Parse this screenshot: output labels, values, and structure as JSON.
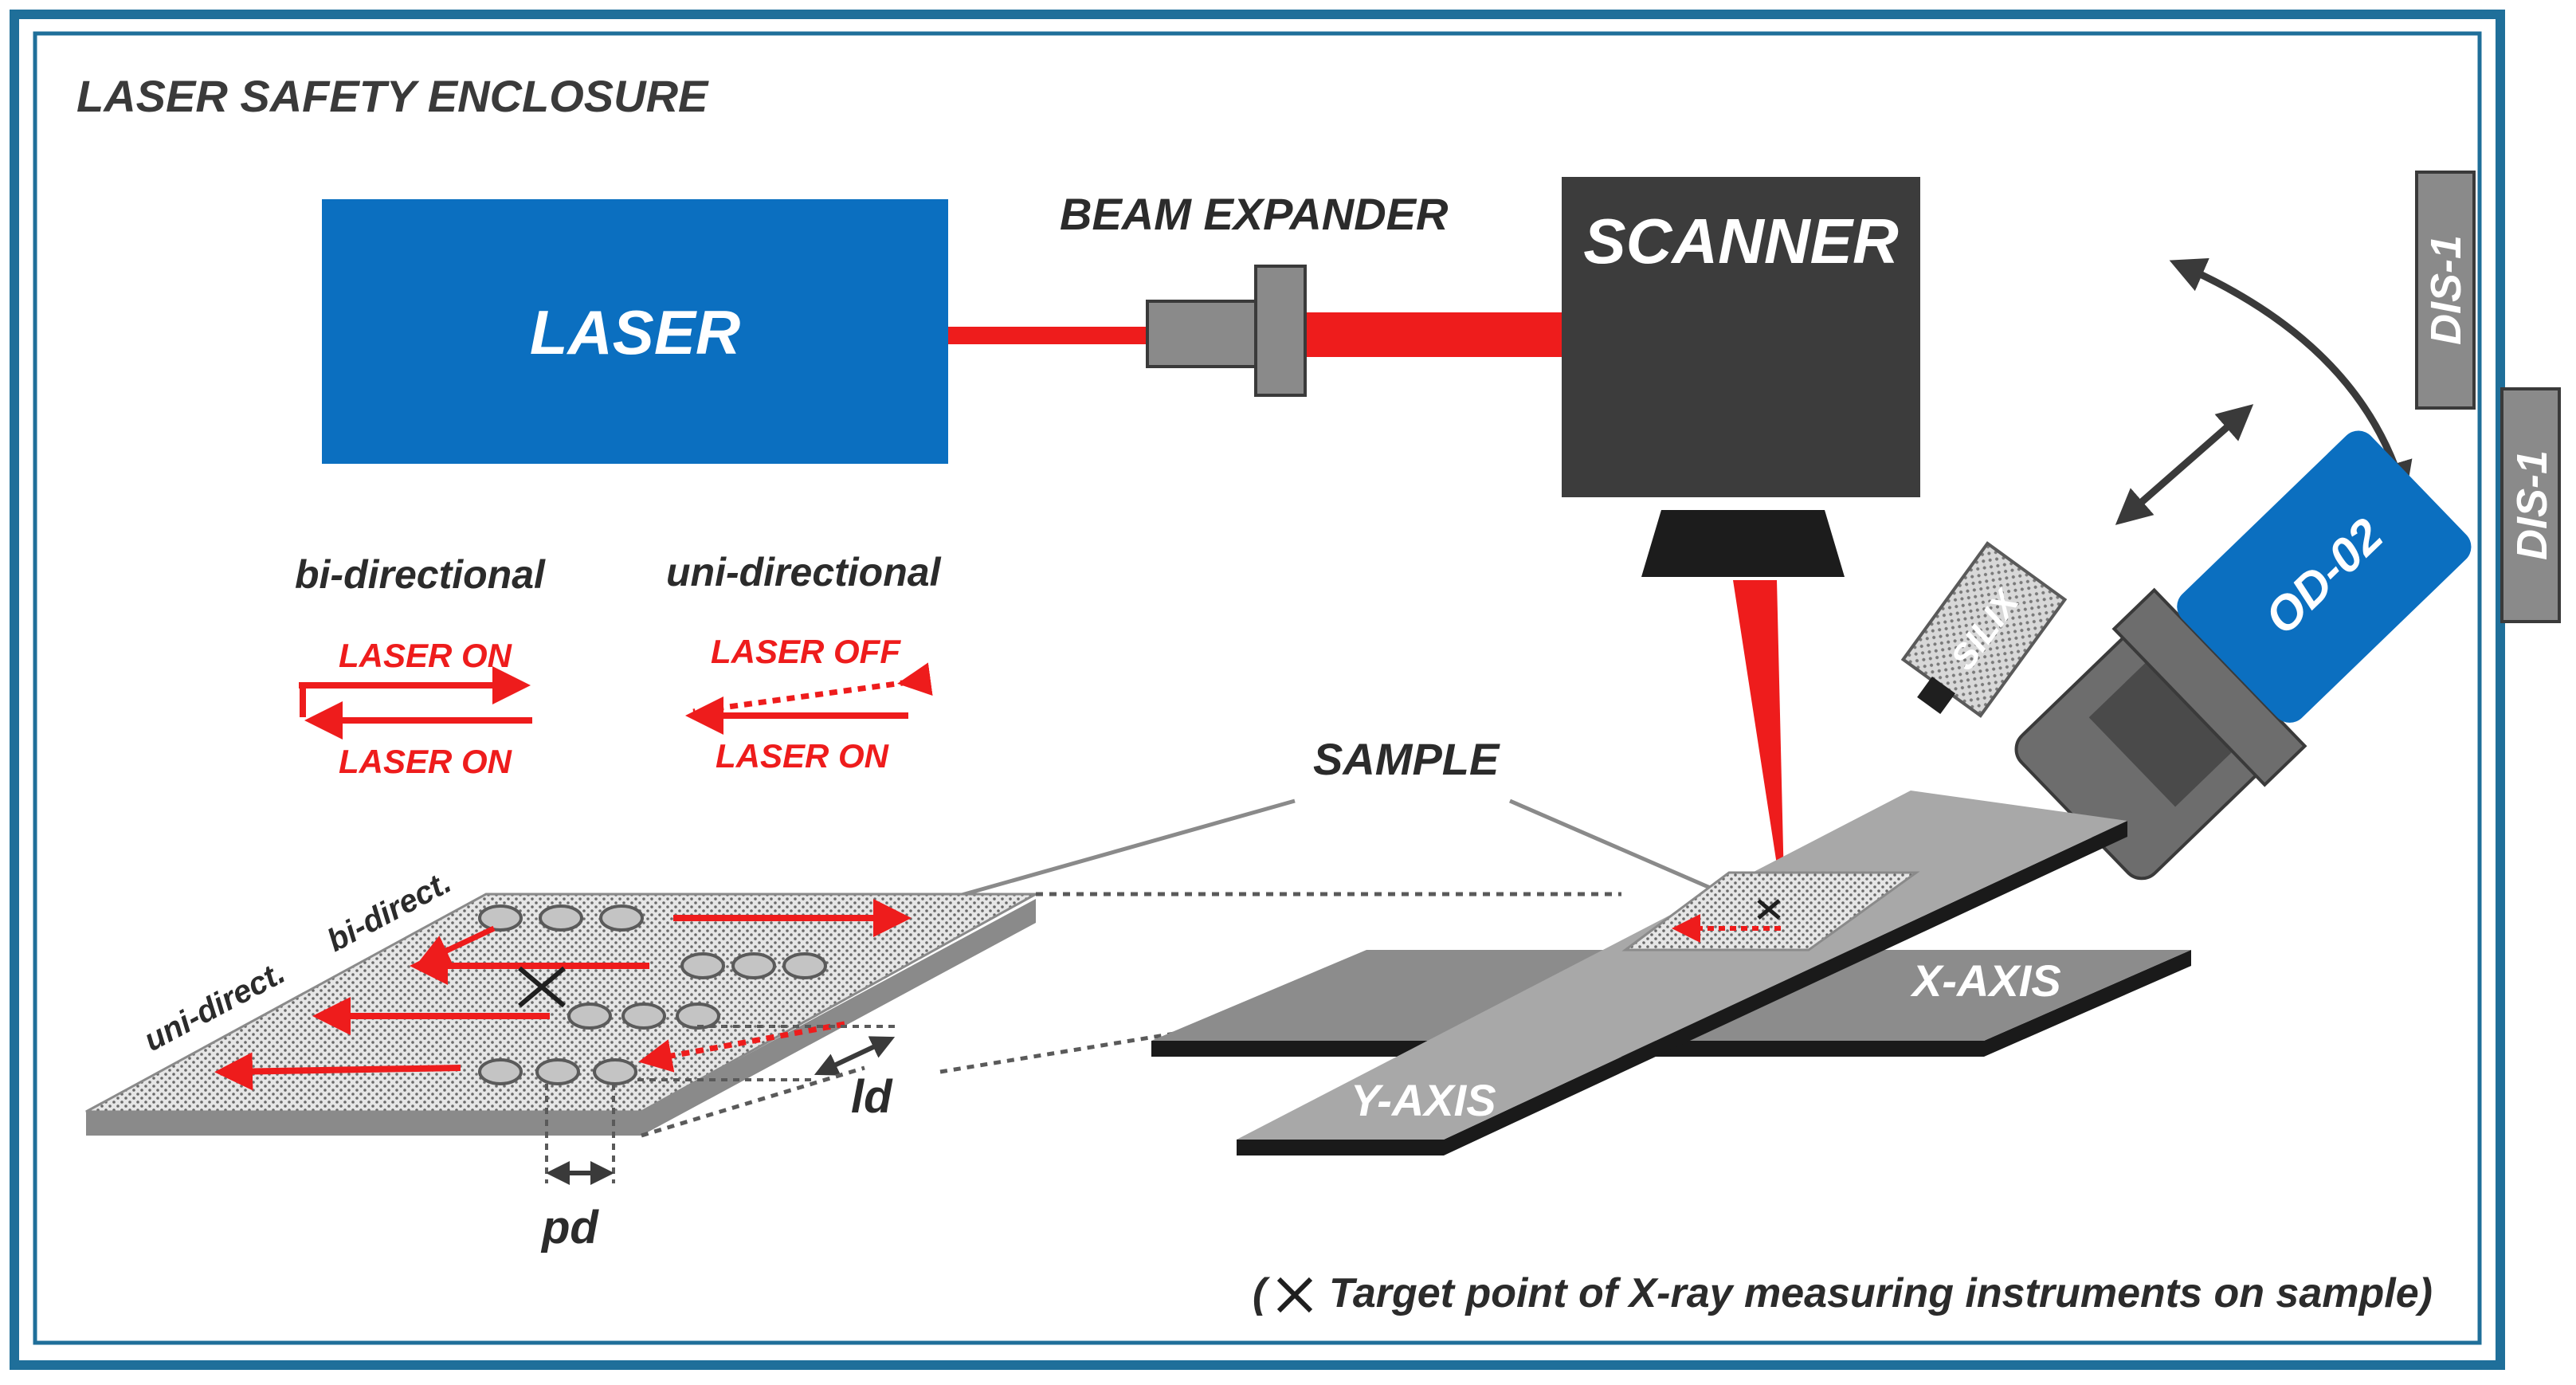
{
  "enclosure": {
    "title": "LASER SAFETY ENCLOSURE",
    "border_color": "#1f6f9a"
  },
  "laser": {
    "label": "LASER",
    "color": "#0b6fc0"
  },
  "beam_expander": {
    "label": "BEAM EXPANDER"
  },
  "scanner": {
    "label": "SCANNER",
    "color": "#3c3c3c"
  },
  "detectors": {
    "dis_top": "DIS-1",
    "dis_right": "DIS-1",
    "od": "OD-02",
    "silix": "SILIX"
  },
  "modes": {
    "bi": {
      "title": "bi-directional",
      "top": "LASER ON",
      "bottom": "LASER ON"
    },
    "uni": {
      "title": "uni-directional",
      "top": "LASER OFF",
      "bottom": "LASER ON"
    }
  },
  "sample": {
    "label": "SAMPLE",
    "bi_label": "bi-direct.",
    "uni_label": "uni-direct.",
    "ld": "ld",
    "pd": "pd"
  },
  "stage": {
    "x_axis": "X-AXIS",
    "y_axis": "Y-AXIS"
  },
  "footnote": {
    "open": "(",
    "text": "Target point of X-ray measuring instruments on sample)"
  },
  "colors": {
    "beam": "#ee1c1c",
    "dark": "#3a3a3a",
    "gray": "#8a8a8a",
    "light": "#b3b3b3",
    "text": "#2b2b2b"
  }
}
